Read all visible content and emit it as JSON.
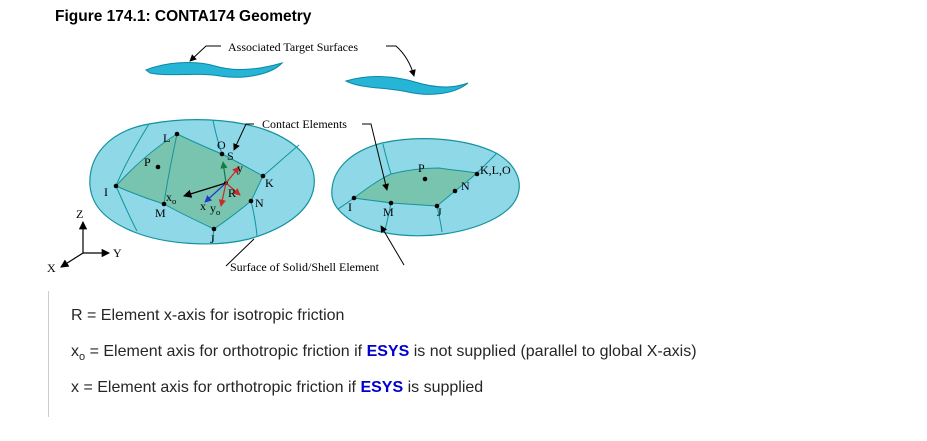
{
  "title": "Figure 174.1: CONTA174 Geometry",
  "diagram": {
    "labels": {
      "target_surfaces": "Associated Target Surfaces",
      "contact_elements": "Contact Elements",
      "solid_shell_surface": "Surface of Solid/Shell Element"
    },
    "nodes_left": {
      "L": "L",
      "P": "P",
      "O": "O",
      "I": "I",
      "M": "M",
      "J": "J",
      "K": "K",
      "N": "N"
    },
    "nodes_right": {
      "I": "I",
      "M": "M",
      "J": "J",
      "P": "P",
      "N": "N",
      "KLO": "K,L,O"
    },
    "axes": {
      "S": "S",
      "y": "y",
      "R": "R",
      "x": "x",
      "xo_base": "x",
      "xo_sub": "o",
      "yo_base": "y",
      "yo_sub": "o"
    },
    "triad": {
      "X": "X",
      "Y": "Y",
      "Z": "Z"
    },
    "colors": {
      "blob_fill": "#8fd8e7",
      "blob_stroke": "#13939f",
      "inner_fill": "#79c4ae",
      "target_fill": "#27b5d7",
      "target_stroke": "#0b87a6",
      "axis_red": "#c92a2a",
      "axis_blue": "#2238c9",
      "axis_green": "#157a43",
      "esys_blue": "#0000cc"
    }
  },
  "legend": {
    "line1": "R = Element x-axis for isotropic friction",
    "line2": {
      "base": "x",
      "sub": "o",
      "mid": " = Element axis for orthotropic friction if ",
      "esys": "ESYS",
      "end": " is not supplied (parallel to global X-axis)"
    },
    "line3": {
      "start": "x = Element axis for orthotropic friction if ",
      "esys": "ESYS",
      "end": " is supplied"
    }
  }
}
